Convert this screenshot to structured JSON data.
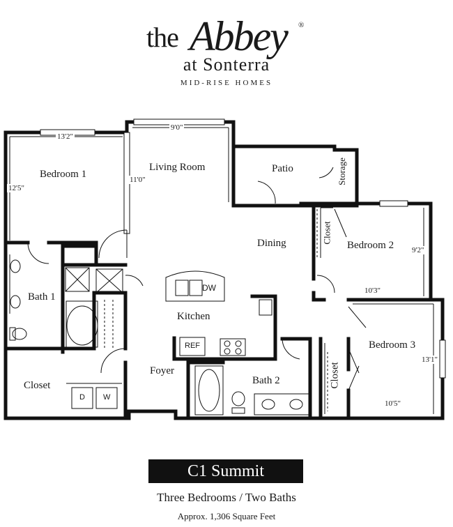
{
  "brand": {
    "logo_the": "the",
    "logo_abbey": "Abbey",
    "logo_reg": "®",
    "subtitle": "at Sonterra",
    "tagline": "MID-RISE HOMES"
  },
  "rooms": {
    "bedroom1": "Bedroom 1",
    "living_room": "Living Room",
    "patio": "Patio",
    "storage": "Storage",
    "closet_bed2": "Closet",
    "bedroom2": "Bedroom 2",
    "dining": "Dining",
    "bath1": "Bath 1",
    "kitchen": "Kitchen",
    "bedroom3": "Bedroom 3",
    "foyer": "Foyer",
    "closet_main": "Closet",
    "bath2": "Bath 2",
    "closet_bed3": "Closet"
  },
  "dimensions": {
    "bedroom1_width": "13'2\"",
    "bedroom1_depth": "12'5\"",
    "living_width": "9'0\"",
    "living_depth": "11'0\"",
    "bedroom2_depth": "9'2\"",
    "bedroom2_width": "10'3\"",
    "bedroom3_depth": "13'1\"",
    "bedroom3_width": "10'5\""
  },
  "appliances": {
    "dishwasher": "DW",
    "refrigerator": "REF",
    "dryer": "D",
    "washer": "W"
  },
  "plan": {
    "name": "C1 Summit",
    "description": "Three Bedrooms / Two Baths",
    "square_feet": "Approx. 1,306 Square Feet"
  }
}
